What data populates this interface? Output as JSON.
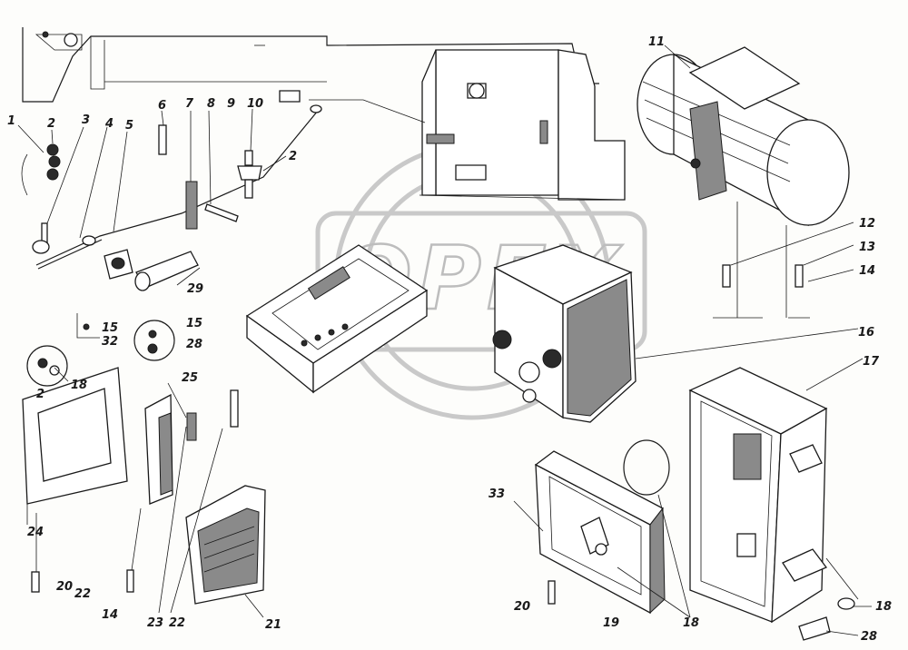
{
  "watermark": {
    "text": "OPEX"
  },
  "labels": [
    "1",
    "2",
    "3",
    "4",
    "5",
    "6",
    "7",
    "8",
    "9",
    "10",
    "2",
    "11",
    "12",
    "13",
    "14",
    "15",
    "32",
    "15",
    "28",
    "2",
    "18",
    "25",
    "29",
    "16",
    "17",
    "24",
    "20",
    "22",
    "14",
    "23",
    "22",
    "21",
    "33",
    "20",
    "19",
    "18",
    "18",
    "28"
  ]
}
